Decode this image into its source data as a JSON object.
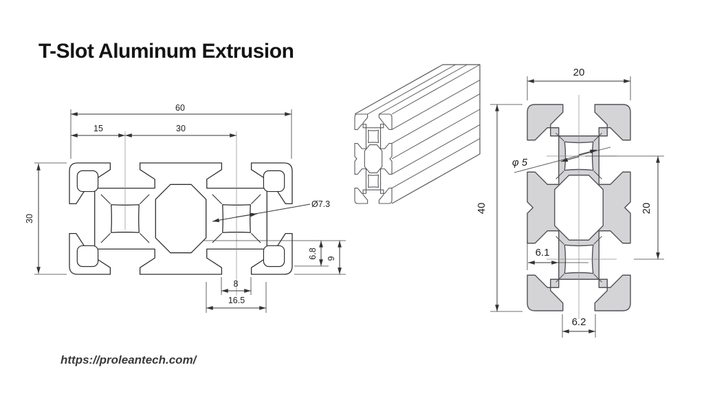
{
  "title": "T-Slot Aluminum Extrusion",
  "source_url": "https://proleantech.com/",
  "colors": {
    "background": "#ffffff",
    "left_line": "#2d2d2d",
    "right_profile_fill": "#d4d4d7",
    "right_profile_stroke": "#515156",
    "iso_line": "#58585c",
    "dim_line": "#333333"
  },
  "left_drawing": {
    "description": "3060 T-slot profile cross-section",
    "dims": {
      "overall_width": "60",
      "slot_offset": "15",
      "slot_pitch": "30",
      "overall_height": "30",
      "bore_diameter": "Ø7.3",
      "chamber_depth": "6.8",
      "slot_depth": "9",
      "slot_opening": "8",
      "chamber_width": "16.5"
    }
  },
  "right_drawing": {
    "description": "2040 T-slot profile cross-section",
    "dims": {
      "overall_width": "20",
      "overall_height": "40",
      "bore_diameter": "φ 5",
      "slot_pitch": "20",
      "chamber_depth": "6.1",
      "slot_opening": "6.2"
    }
  }
}
